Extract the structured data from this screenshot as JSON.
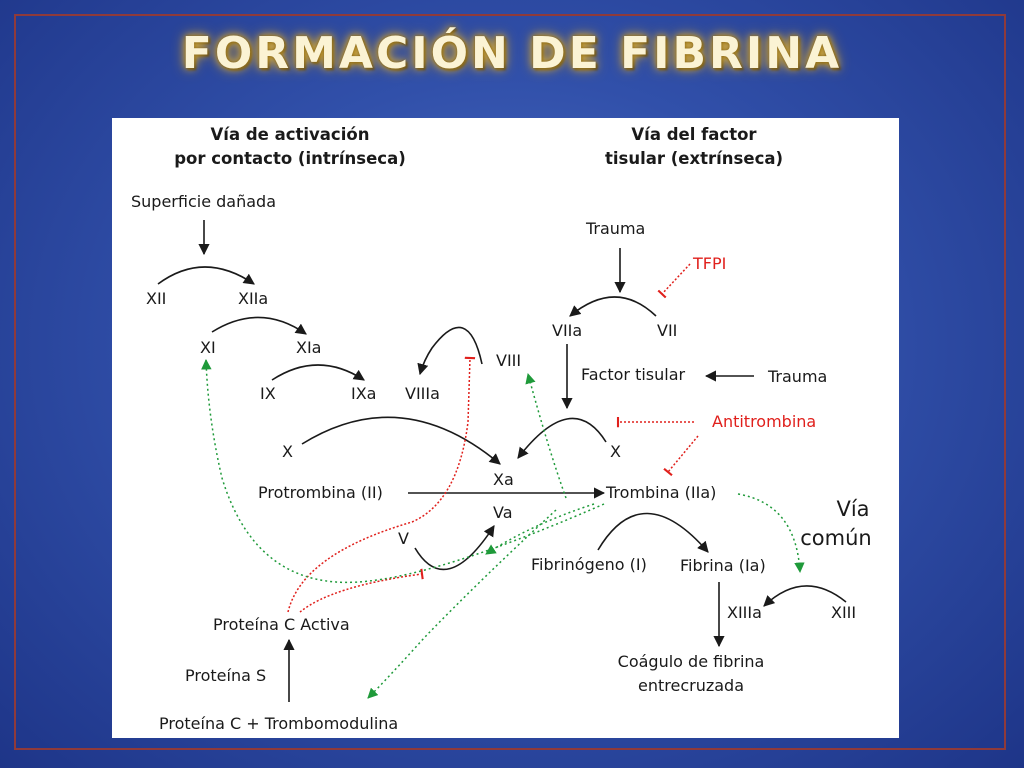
{
  "slide": {
    "title": "FORMACIÓN DE FIBRINA",
    "colors": {
      "background": "#3150aa",
      "frame": "#8f3a3a",
      "title_glow": "#e0b84a",
      "inhibitor": "#e0201c",
      "activation": "#1f9a3a",
      "arrow": "#1a1a1a"
    }
  },
  "diagram": {
    "intrinsic_header": [
      "Vía de activación",
      "por contacto (intrínseca)"
    ],
    "extrinsic_header": [
      "Vía del factor",
      "tisular (extrínseca)"
    ],
    "common_pathway": [
      "Vía",
      "común"
    ],
    "nodes": {
      "damaged_surface": "Superficie dañada",
      "xii": "XII",
      "xiia": "XIIa",
      "xi": "XI",
      "xia": "XIa",
      "ix": "IX",
      "ixa": "IXa",
      "viiia": "VIIIa",
      "viii": "VIII",
      "x_left": "X",
      "xa": "Xa",
      "va": "Va",
      "v": "V",
      "prothrombin": "Protrombina (II)",
      "trauma_top": "Trauma",
      "tfpi": "TFPI",
      "viia": "VIIa",
      "vii": "VII",
      "tissue_factor": "Factor tisular",
      "trauma_right": "Trauma",
      "antithrombin": "Antitrombina",
      "x_right": "X",
      "thrombin": "Trombina (IIa)",
      "fibrinogen": "Fibrinógeno (I)",
      "fibrin": "Fibrina (Ia)",
      "xiiia": "XIIIa",
      "xiii": "XIII",
      "clot": [
        "Coágulo de fibrina",
        "entrecruzada"
      ],
      "active_protein_c": "Proteína C Activa",
      "protein_s": "Proteína S",
      "protein_c_thrombomodulin": "Proteína C + Trombomodulina"
    }
  }
}
